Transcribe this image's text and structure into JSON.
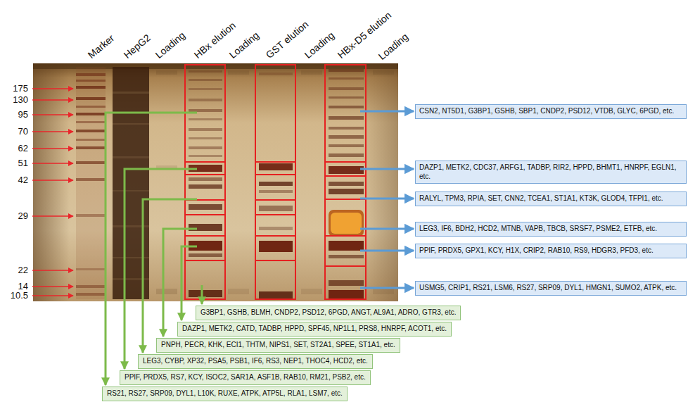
{
  "diagram": {
    "nodes": [
      {
        "text": [
          "CSN2, NT5D1, G3BP1, GSHB, SBP1, CNDP2, PSD12, VTDB, GLYC, 6PGD, etc."
        ]
      },
      {
        "text": [
          "DAZP1, METK2, CDC37, ARFG1, TADBP, RIR2, HPPD, BHMT1, HNRPF, EGLN1, etc."
        ]
      },
      {
        "text": [
          "RALYL, TPM3, RPIA, SET, CNN2, TCEA1, ST1A1, KT3K, GLOD4, TFPI1, etc."
        ]
      },
      {
        "text": [
          "LEG3, IF6, BDH2, HCD2, MTNB, VAPB, TBCB, SRSF7, PSME2, ETFB, etc."
        ]
      },
      {
        "text": [
          "PPIF, PRDX5, GPX1, KCY, H1X, CRIP2, RAB10, RS9, HDGR3, PFD3, etc."
        ]
      },
      {
        "text": [
          "USMG5, CRIP1, RS21, LSM6, RS27, SRP09, DYL1, HMGN1, SUMO2, ATPK, etc."
        ]
      },
      {
        "text": [
          "G3BP1, GSHB, BLMH, CNDP2, PSD12, 6PGD, ANGT, AL9A1, ADRO, GTR3, etc."
        ]
      },
      {
        "text": [
          "DAZP1, METK2, CATD, TADBP, HPPD, SPF45, NP1L1, PRS8, HNRPF, ACOT1, etc."
        ]
      },
      {
        "text": [
          "PNPH, PECR, KHK, ECI1, THTM, NIPS1, SET, ST2A1, SPEE, ST1A1, etc."
        ]
      },
      {
        "text": [
          "LEG3, CYBP, XP32, PSA5, PSB1, IF6, RS3, NEP1, THOC4, HCD2, etc."
        ]
      },
      {
        "text": [
          "PPIF, PRDX5, RS7, KCY, ISOC2, SAR1A, ASF1B, RAB10, RM21, PSB2, etc."
        ]
      },
      {
        "text": [
          "RS21, RS27, SRP09, DYL1, L10K, RUXE, ATPK, ATP5L, RLA1, LSM7, etc."
        ]
      }
    ],
    "labels": [
      "Marker",
      "HepG2",
      "Loading",
      "HBx elution",
      "Loading",
      "GST elution",
      "Loading",
      "HBx-D5 elution",
      "Loading",
      "175",
      "130",
      "95",
      "70",
      "62",
      "51",
      "42",
      "29",
      "22",
      "14",
      "10.5"
    ]
  }
}
